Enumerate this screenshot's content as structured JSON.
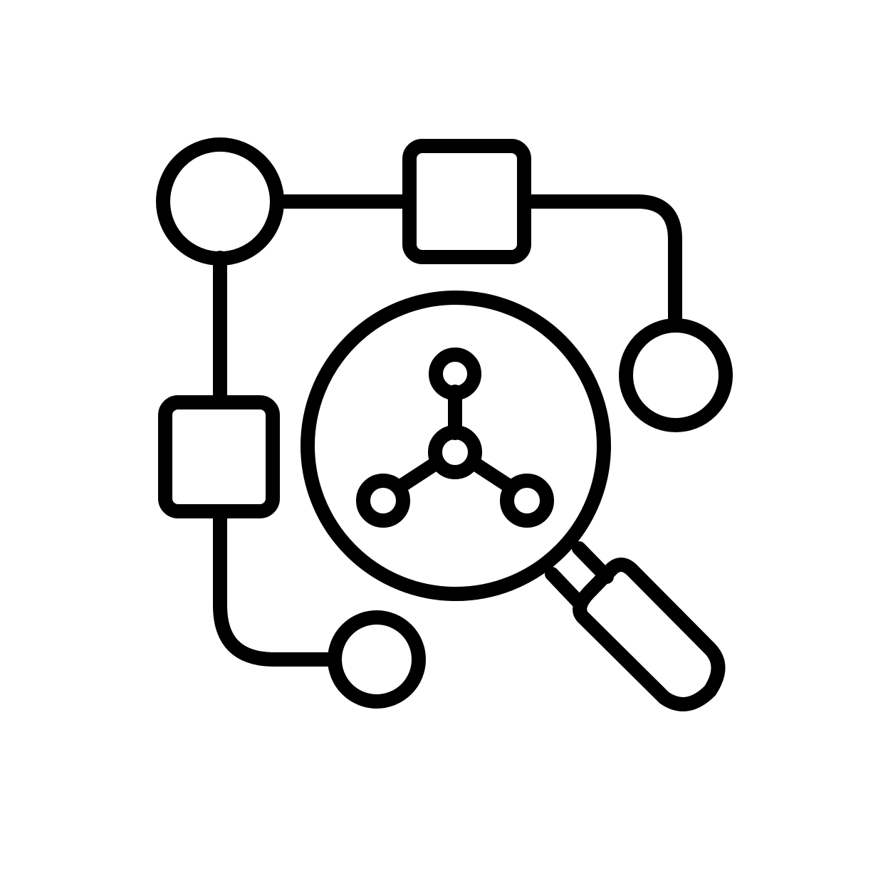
{
  "icon": {
    "name": "workflow-analysis-icon",
    "stroke_color": "#000000",
    "background_color": "#ffffff",
    "parts": [
      "connector-lines",
      "circle-nodes",
      "square-nodes",
      "magnifying-glass",
      "network-graph"
    ]
  }
}
